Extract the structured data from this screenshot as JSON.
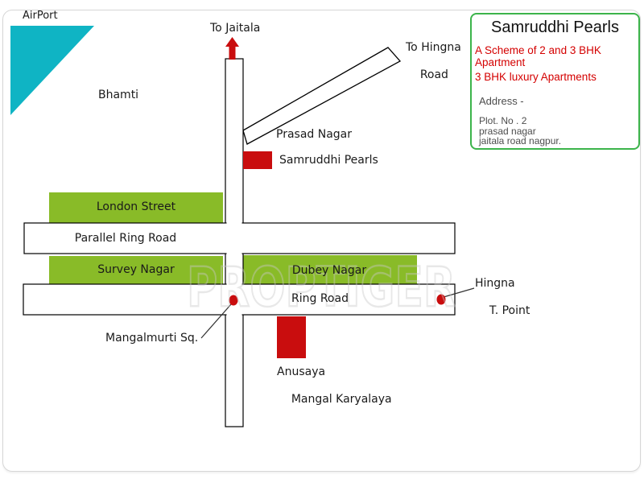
{
  "watermark": "PROPTIGER",
  "map": {
    "labels": {
      "airport": "AirPort",
      "bhamti": "Bhamti",
      "to_jaitala": "To Jaitala",
      "to_hingna_line1": "To Hingna",
      "to_hingna_line2": "Road",
      "prasad_nagar": "Prasad Nagar",
      "samruddhi_pearls_marker": "Samruddhi Pearls",
      "london_street": "London Street",
      "parallel_ring_road": "Parallel Ring Road",
      "survey_nagar": "Survey Nagar",
      "dubey_nagar": "Dubey Nagar",
      "ring_road": "Ring Road",
      "hingna_line1": "Hingna",
      "hingna_line2": "T. Point",
      "mangalmurti": "Mangalmurti Sq.",
      "anusaya_line1": "Anusaya",
      "anusaya_line2": "Mangal Karyalaya"
    },
    "colors": {
      "area_green": "#89bb28",
      "marker_red": "#c90d0e",
      "airport_teal": "#0fb4c4",
      "road_fill": "#ffffff",
      "road_border": "#000000",
      "watermark_gray": "#c9c9c9"
    }
  },
  "info_box": {
    "title": "Samruddhi Pearls",
    "scheme_line1": "A Scheme of 2 and 3 BHK Apartment",
    "scheme_line2": "3 BHK luxury Apartments",
    "address_label": "Address -",
    "address_line1": "Plot. No . 2",
    "address_line2": "prasad nagar",
    "address_line3": "jaitala road nagpur.",
    "border_color": "#3cb44b",
    "accent_red": "#d40000"
  }
}
